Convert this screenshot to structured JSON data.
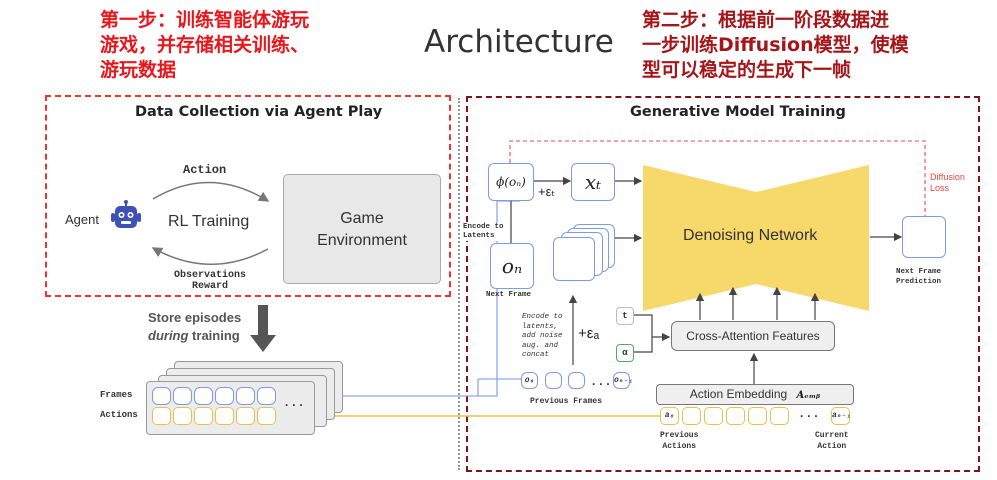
{
  "annotations": {
    "step1": [
      "第一步：训练智能体游玩",
      "游戏，并存储相关训练、",
      "游玩数据"
    ],
    "step2": [
      "第二步：根据前一阶段数据进",
      "一步训练Diffusion模型，使模",
      "型可以稳定的生成下一帧"
    ]
  },
  "title": "Architecture",
  "left_panel": {
    "title": "Data Collection via Agent Play",
    "agent_label": "Agent",
    "rl_label": "RL Training",
    "action_label": "Action",
    "observations_label": "Observations",
    "reward_label": "Reward",
    "game_env": [
      "Game",
      "Environment"
    ],
    "store_line1": "Store episodes",
    "store_line2_italic": "during",
    "store_line2_rest": " training",
    "frames_label": "Frames",
    "actions_label": "Actions",
    "ellipsis": "..."
  },
  "right_panel": {
    "title": "Generative Model Training",
    "phi_label": "ϕ(oₙ)",
    "xt_label": "xₜ",
    "eps_t": "+εₜ",
    "encode_to_latents": [
      "Encode to",
      "Latents"
    ],
    "on_label": "oₙ",
    "next_frame": "Next Frame",
    "denoising": "Denoising Network",
    "diffusion_loss": [
      "Diffusion",
      "Loss"
    ],
    "next_frame_prediction": [
      "Next Frame",
      "Prediction"
    ],
    "encode_noise": [
      "Encode to",
      "latents,",
      "add noise",
      "aug. and",
      "concat"
    ],
    "eps_a": "+εₐ",
    "t_label": "t",
    "a_label": "α",
    "cross_attention": "Cross-Attention Features",
    "action_embedding": "Action Embedding",
    "a_emb": "Aₑₘᵦ",
    "o0": "o₀",
    "on1": "oₙ₋₁",
    "a0": "a₀",
    "an1": "aₙ₋₁",
    "previous_frames": "Previous Frames",
    "previous_actions": [
      "Previous",
      "Actions"
    ],
    "current_action": [
      "Current",
      "Action"
    ],
    "ellipsis": "..."
  },
  "colors": {
    "frame_blue": "#7d9bea",
    "action_yellow": "#eac04a",
    "denoise_yellow": "#f6d86b",
    "annotation_red": "#e8171d",
    "annotation_dark_red": "#a5161a",
    "robot_blue": "#3f51b5"
  }
}
